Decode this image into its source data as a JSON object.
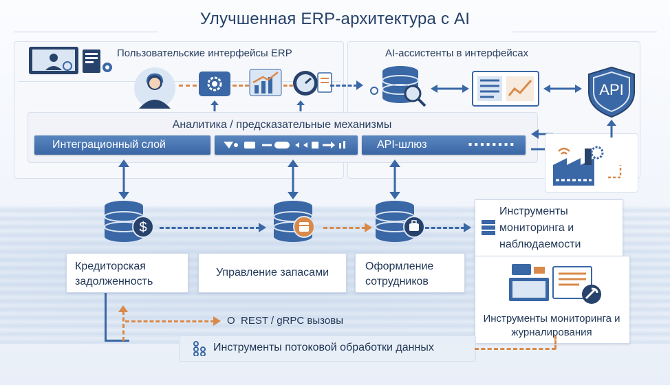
{
  "title": "Улучшенная ERP-архитектура с AI",
  "top_left": {
    "label": "Пользовательские интерфейсы ERP"
  },
  "top_right": {
    "label": "AI-ассистенты в интерфейсах"
  },
  "analytics": {
    "label": "Аналитика / предсказательные механизмы"
  },
  "integration": {
    "integration_label": "Интеграционный слой",
    "gateway_label": "API-шлюз"
  },
  "api_badge": "API",
  "services": [
    {
      "label": "Кредиторская задолженность",
      "icon": "dollar-icon"
    },
    {
      "label": "Управление запасами",
      "icon": "box-icon"
    },
    {
      "label": "Оформление сотрудников",
      "icon": "briefcase-icon"
    }
  ],
  "monitoring": {
    "observability": "Инструменты мониторинга и наблюдаемости",
    "logging": "Инструменты мониторинга и журналирования"
  },
  "rest_calls": "REST / gRPC вызовы",
  "rest_bullet": "O",
  "streaming": "Инструменты потоковой обработки данных",
  "colors": {
    "accent": "#3a67a5",
    "orange": "#d9894a",
    "dark": "#27426b"
  }
}
